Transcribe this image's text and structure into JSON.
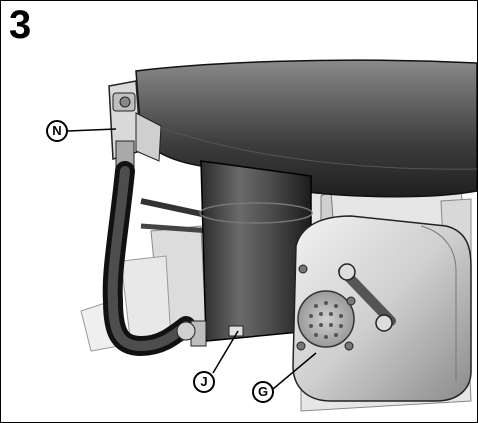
{
  "figure": {
    "step_number": "3",
    "callouts": [
      {
        "id": "N",
        "label": "N"
      },
      {
        "id": "J",
        "label": "J"
      },
      {
        "id": "G",
        "label": "G"
      }
    ]
  }
}
